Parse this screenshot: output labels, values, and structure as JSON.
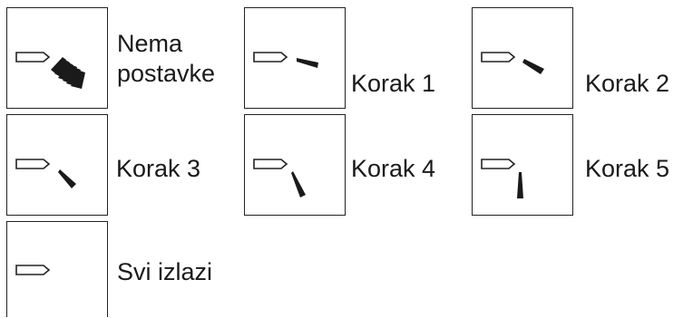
{
  "settings": [
    {
      "id": "none",
      "label_line1": "Nema",
      "label_line2": "postavke",
      "icon": "louver-swing-all-positions-icon"
    },
    {
      "id": "step1",
      "label": "Korak 1",
      "icon": "louver-step-1-icon"
    },
    {
      "id": "step2",
      "label": "Korak 2",
      "icon": "louver-step-2-icon"
    },
    {
      "id": "step3",
      "label": "Korak 3",
      "icon": "louver-step-3-icon"
    },
    {
      "id": "step4",
      "label": "Korak 4",
      "icon": "louver-step-4-icon"
    },
    {
      "id": "step5",
      "label": "Korak 5",
      "icon": "louver-step-5-icon"
    },
    {
      "id": "all",
      "label": "Svi izlazi",
      "icon": "louver-all-outlets-icon"
    }
  ],
  "colors": {
    "ink": "#1a1a1a",
    "border": "#222222",
    "background": "#ffffff"
  }
}
